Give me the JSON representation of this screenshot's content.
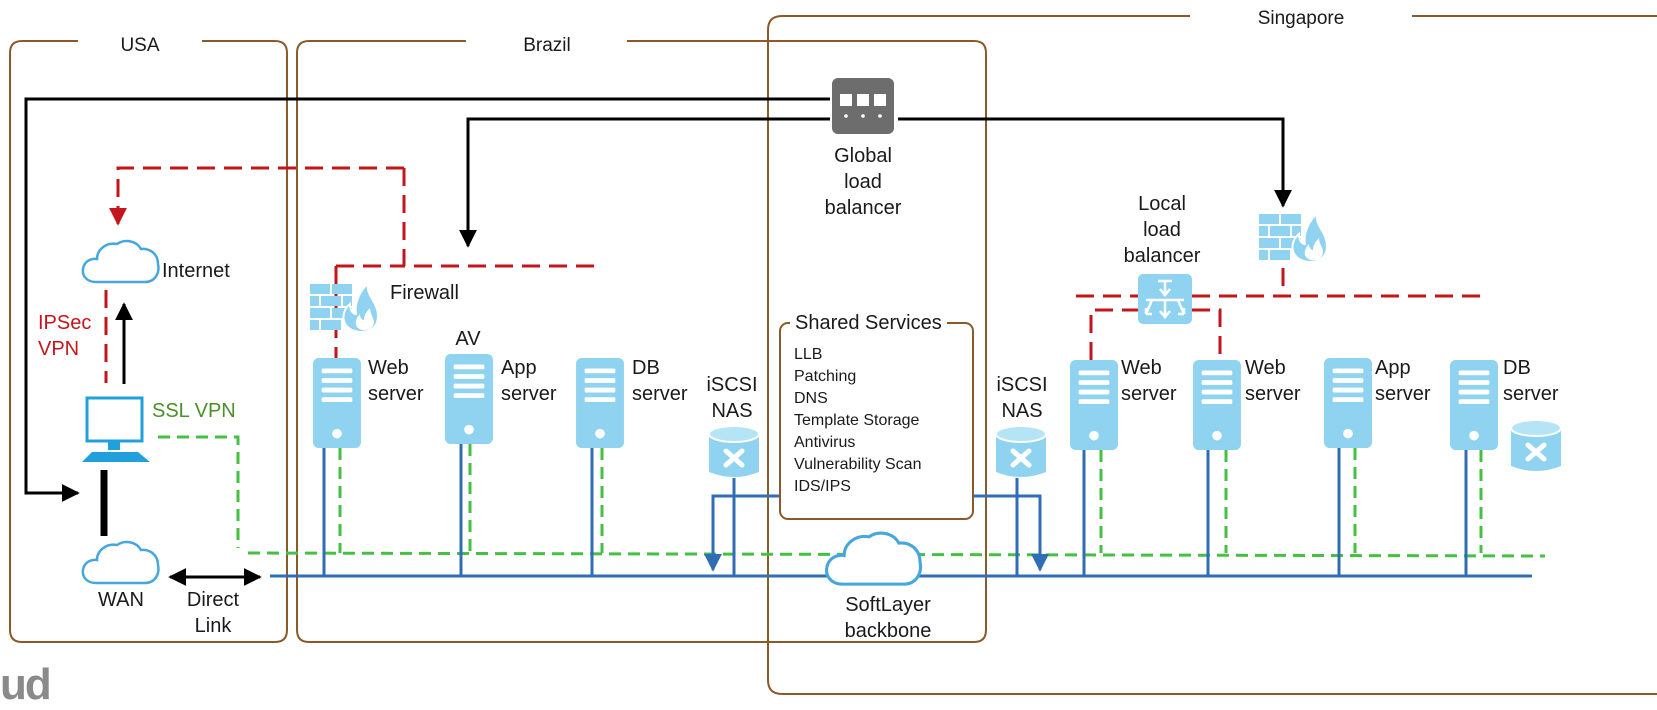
{
  "regions": {
    "usa": "USA",
    "brazil": "Brazil",
    "singapore": "Singapore"
  },
  "global_load_balancer": [
    "Global",
    "load",
    "balancer"
  ],
  "local_load_balancer": [
    "Local",
    "load",
    "balancer"
  ],
  "internet": "Internet",
  "ipsec_vpn": [
    "IPSec",
    "VPN"
  ],
  "ssl_vpn": "SSL VPN",
  "wan": "WAN",
  "direct_link": [
    "Direct",
    "Link"
  ],
  "firewall": "Firewall",
  "av": "AV",
  "brazil_servers": {
    "web": [
      "Web",
      "server"
    ],
    "app": [
      "App",
      "server"
    ],
    "db": [
      "DB",
      "server"
    ]
  },
  "iscsi_nas": [
    "iSCSI",
    "NAS"
  ],
  "shared_services": {
    "title": "Shared Services",
    "items": [
      "LLB",
      "Patching",
      "DNS",
      "Template Storage",
      "Antivirus",
      "Vulnerability Scan",
      "IDS/IPS"
    ]
  },
  "singapore_servers": {
    "web1": [
      "Web",
      "server"
    ],
    "web2": [
      "Web",
      "server"
    ],
    "app": [
      "App",
      "server"
    ],
    "db": [
      "DB",
      "server"
    ]
  },
  "softlayer_backbone": [
    "SoftLayer",
    "backbone"
  ],
  "corner_text": "ud",
  "colors": {
    "region_border": "#8b5a2b",
    "red_dash": "#c3161c",
    "green_dash": "#46c043",
    "blue_line": "#2f6db5",
    "icon_blue": "#8fd3f0",
    "device_gray": "#6d6d6d"
  }
}
